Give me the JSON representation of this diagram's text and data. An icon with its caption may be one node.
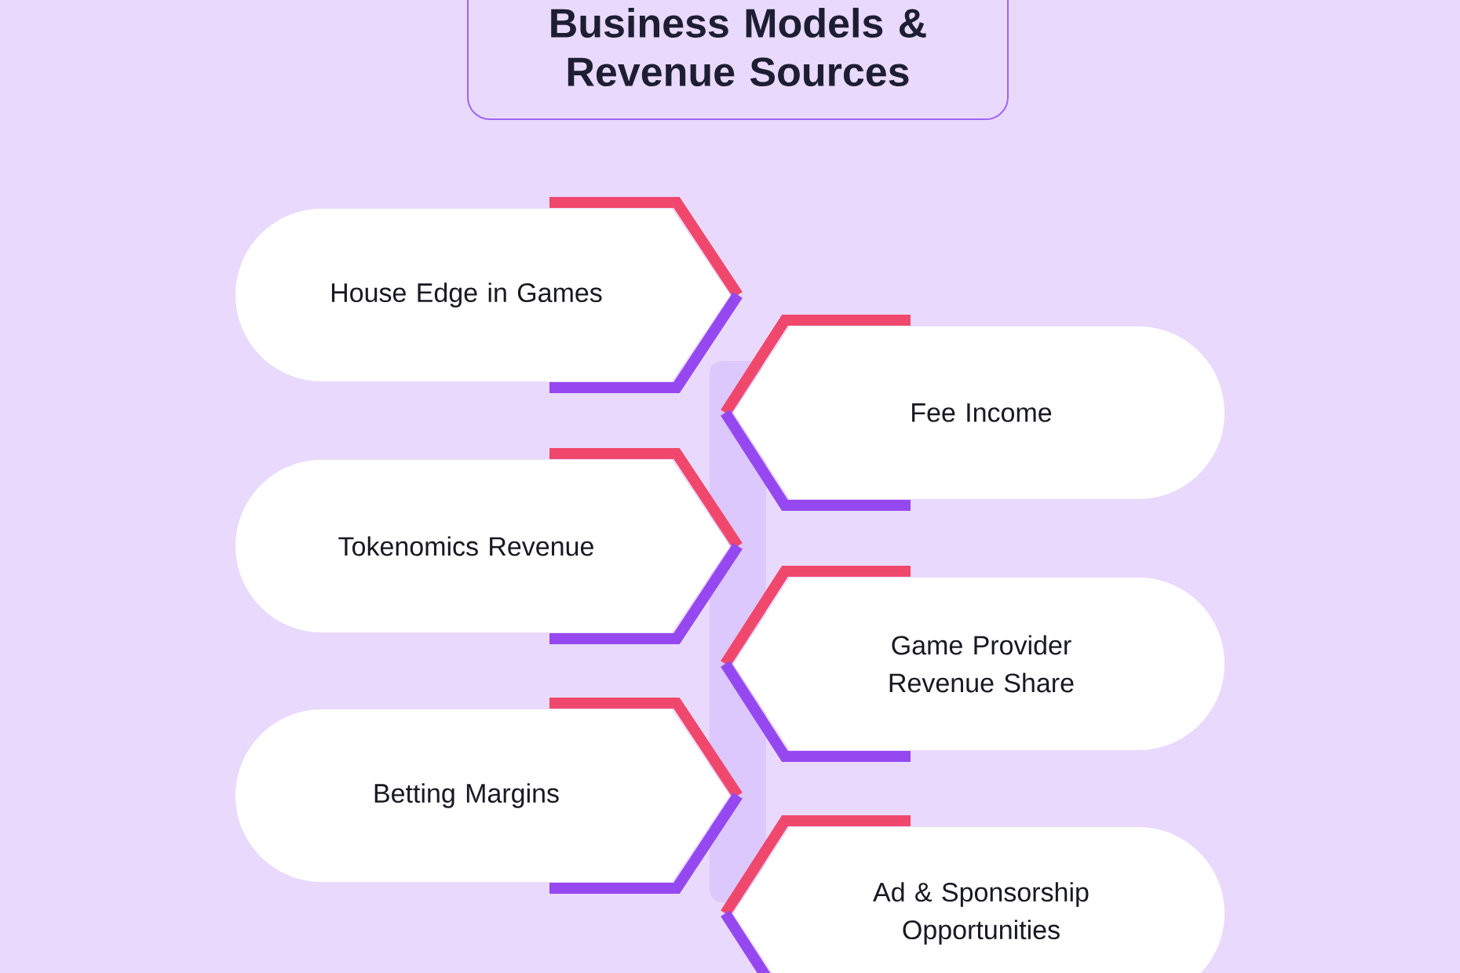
{
  "diagram": {
    "title": "Business Models & Revenue Sources",
    "nodes": [
      {
        "text": [
          "House Edge in Games"
        ]
      },
      {
        "text": [
          "Fee Income"
        ]
      },
      {
        "text": [
          "Tokenomics Revenue"
        ]
      },
      {
        "text": [
          "Game Provider Revenue Share"
        ]
      },
      {
        "text": [
          "Betting Margins"
        ]
      },
      {
        "text": [
          "Ad & Sponsorship Opportunities"
        ]
      }
    ]
  }
}
